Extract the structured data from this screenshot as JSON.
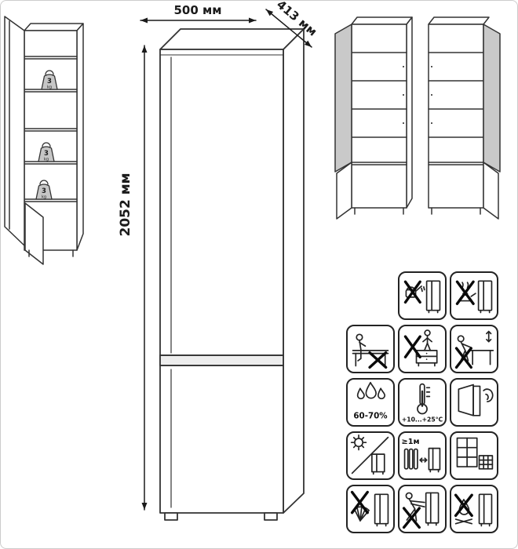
{
  "colors": {
    "line": "#333333",
    "xmark": "#0a0a0a",
    "door_shade": "#c9c9c9",
    "weight_fill": "#c6c6c6",
    "background": "#ffffff"
  },
  "dimensions": {
    "width": "500 мм",
    "depth": "413 мм",
    "height": "2052 мм"
  },
  "shelf_load": {
    "value": "3",
    "unit": "kg"
  },
  "pictograms": [
    {
      "name": "no-liquids-icon",
      "glyph": "✕🚿"
    },
    {
      "name": "no-steam-icon",
      "glyph": "✕♨"
    },
    {
      "name": "no-sitting-icon",
      "glyph": "✕🪑"
    },
    {
      "name": "no-standing-icon",
      "glyph": "✕🧍"
    },
    {
      "name": "no-tilting-icon",
      "glyph": "✕⇕"
    },
    {
      "name": "humidity-icon",
      "glyph": "💧",
      "label": "60-70%"
    },
    {
      "name": "temperature-icon",
      "glyph": "🌡",
      "label": "+10...+25°C"
    },
    {
      "name": "close-doors-gently-icon",
      "glyph": "👂"
    },
    {
      "name": "avoid-sunlight-icon",
      "glyph": "☀"
    },
    {
      "name": "heater-distance-icon",
      "glyph": "♨↔",
      "label": "≥1м"
    },
    {
      "name": "flat-tiled-wall-icon",
      "glyph": "▦"
    },
    {
      "name": "no-abrasive-cleaning-icon",
      "glyph": "✕🧽"
    },
    {
      "name": "no-dragging-icon",
      "glyph": "✕↔"
    },
    {
      "name": "no-open-fire-icon",
      "glyph": "✕🔥"
    }
  ]
}
